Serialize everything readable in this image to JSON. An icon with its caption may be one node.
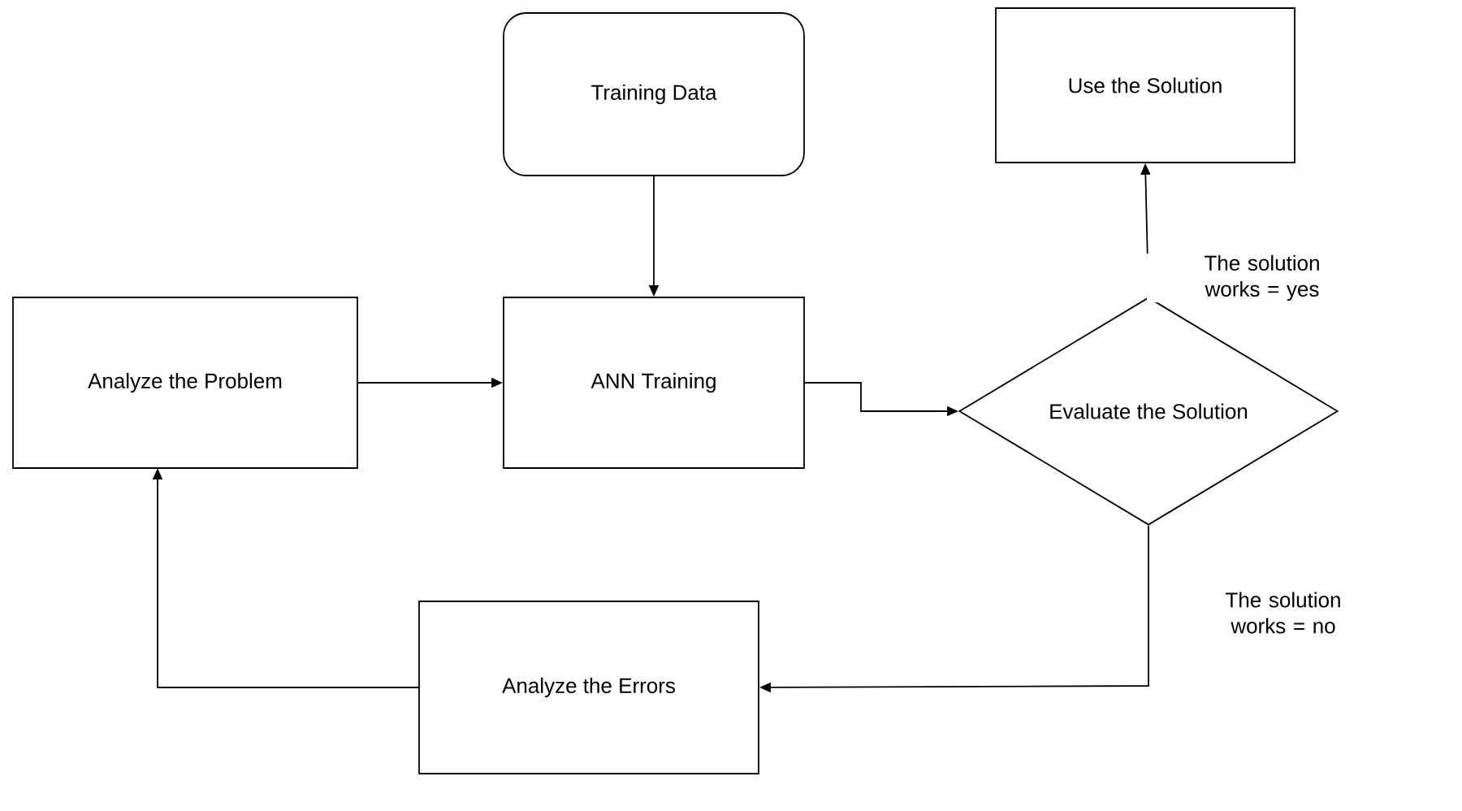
{
  "diagram": {
    "nodes": [
      {
        "text": [
          "Training Data"
        ]
      },
      {
        "text": [
          "Use the Solution"
        ]
      },
      {
        "text": [
          "Analyze the Problem"
        ]
      },
      {
        "text": [
          "ANN Training"
        ]
      },
      {
        "text": [
          "Evaluate the Solution"
        ]
      },
      {
        "text": [
          "Analyze the Errors"
        ]
      }
    ],
    "edges": [
      {
        "from": 0,
        "to": 3,
        "arrow": "to"
      },
      {
        "from": 2,
        "to": 3,
        "arrow": "to"
      },
      {
        "from": 3,
        "to": 4,
        "arrow": "to"
      },
      {
        "from": 4,
        "to": 1,
        "arrow": "to",
        "label": "The solution works = yes"
      },
      {
        "from": 4,
        "to": 5,
        "arrow": "to",
        "label": "The solution works = no"
      },
      {
        "from": 5,
        "to": 2,
        "arrow": "to"
      }
    ]
  }
}
